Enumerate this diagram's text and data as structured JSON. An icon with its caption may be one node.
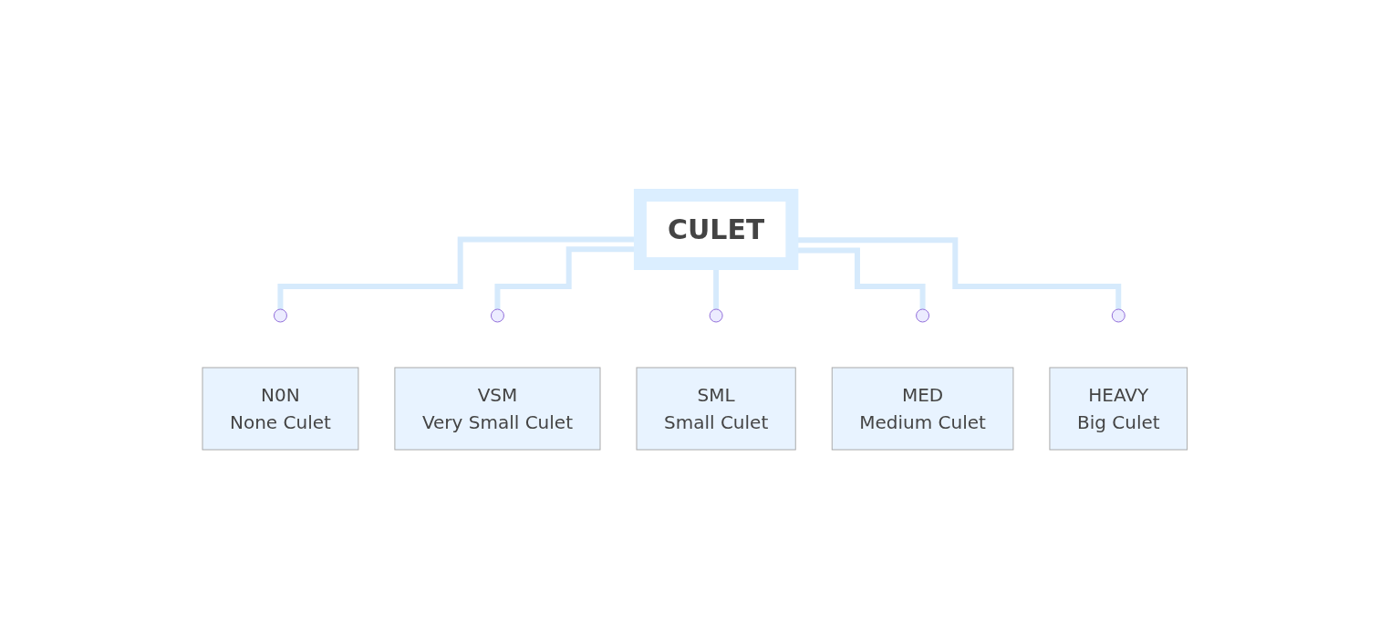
{
  "diagram": {
    "nodes": [
      {
        "text": [
          "CULET"
        ]
      },
      {
        "text": [],
        "shape": "circle"
      },
      {
        "text": [],
        "shape": "circle"
      },
      {
        "text": [],
        "shape": "circle"
      },
      {
        "text": [],
        "shape": "circle"
      },
      {
        "text": [],
        "shape": "circle"
      },
      {
        "text": [
          "N0N",
          "None Culet"
        ]
      },
      {
        "text": [
          "VSM",
          "Very Small Culet"
        ]
      },
      {
        "text": [
          "SML",
          "Small Culet"
        ]
      },
      {
        "text": [
          "MED",
          "Medium Culet"
        ]
      },
      {
        "text": [
          "HEAVY",
          "Big Culet"
        ]
      }
    ],
    "edges": [
      {
        "from": 0,
        "to": 1,
        "arrow": "none"
      },
      {
        "from": 0,
        "to": 2,
        "arrow": "none"
      },
      {
        "from": 0,
        "to": 3,
        "arrow": "none"
      },
      {
        "from": 0,
        "to": 4,
        "arrow": "none"
      },
      {
        "from": 0,
        "to": 5,
        "arrow": "none"
      }
    ]
  }
}
